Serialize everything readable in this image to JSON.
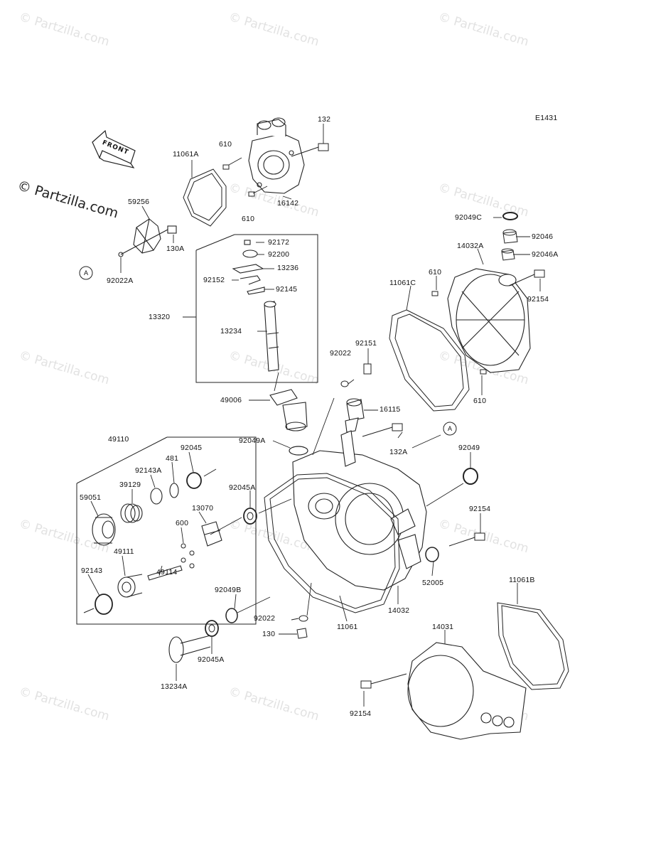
{
  "watermarks": {
    "text": "© Partzilla.com",
    "corner_text": "© Partzilla.com"
  },
  "diagram": {
    "code": "E1431",
    "front_marker": "FRONT",
    "ref_a": "A"
  },
  "parts": {
    "p132": "132",
    "p610a": "610",
    "p610b": "610",
    "p610c": "610",
    "p610d": "610",
    "p11061A": "11061A",
    "p16142": "16142",
    "p59256": "59256",
    "p130A": "130A",
    "p92022A": "92022A",
    "p92172": "92172",
    "p92200": "92200",
    "p13236": "13236",
    "p92152": "92152",
    "p92145": "92145",
    "p13320": "13320",
    "p13234": "13234",
    "p49006": "49006",
    "p92049C": "92049C",
    "p92046": "92046",
    "p14032A": "14032A",
    "p92046A": "92046A",
    "p11061C": "11061C",
    "p92154a": "92154",
    "p92022": "92022",
    "p92151": "92151",
    "p16115": "16115",
    "p92049A": "92049A",
    "p132A": "132A",
    "p92049": "92049",
    "p49110": "49110",
    "p92045": "92045",
    "p481": "481",
    "p92143A": "92143A",
    "p39129": "39129",
    "p59051": "59051",
    "p92045A": "92045A",
    "p13070": "13070",
    "p600": "600",
    "p49111": "49111",
    "p92143": "92143",
    "p49114": "49114",
    "p92154b": "92154",
    "p52005": "52005",
    "p14032": "14032",
    "p92049B": "92049B",
    "p92022b": "92022",
    "p11061": "11061",
    "p130": "130",
    "p11061B": "11061B",
    "p14031": "14031",
    "p92045Ab": "92045A",
    "p13234A": "13234A",
    "p92154c": "92154"
  }
}
